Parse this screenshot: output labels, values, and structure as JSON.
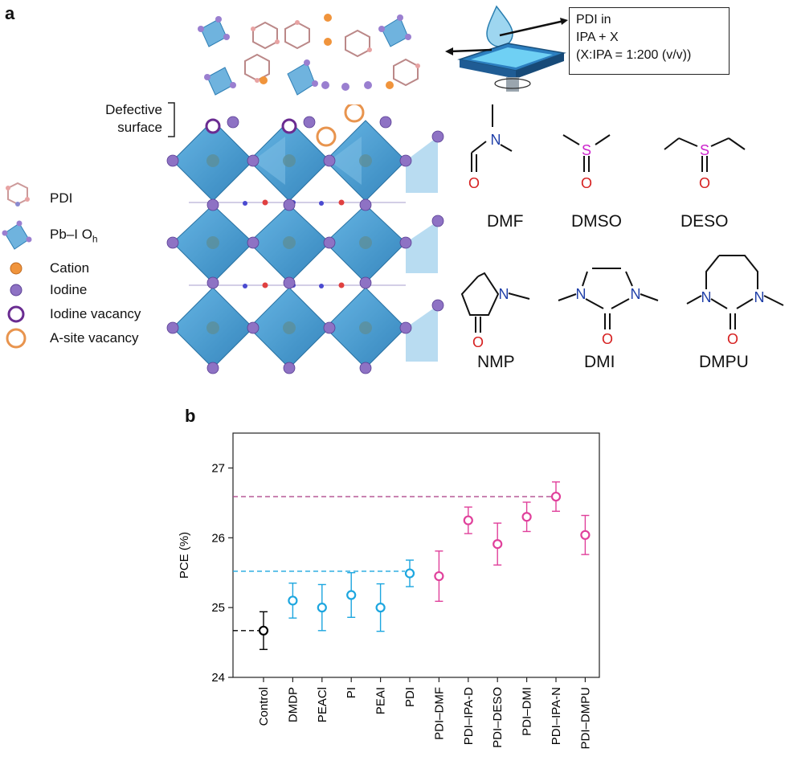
{
  "panel_a": {
    "letter": "a",
    "defective_surface": [
      "Defective",
      "surface"
    ],
    "legend": [
      {
        "label": "PDI",
        "icon": "pdi-molecule-icon"
      },
      {
        "label": "Pb–I O",
        "sub": "h",
        "icon": "octahedron-icon"
      },
      {
        "label": "Cation",
        "icon": "cation-dot-icon"
      },
      {
        "label": "Iodine",
        "icon": "iodine-dot-icon"
      },
      {
        "label": "Iodine vacancy",
        "icon": "iodine-vacancy-ring-icon"
      },
      {
        "label": "A-site vacancy",
        "icon": "a-site-vacancy-ring-icon"
      }
    ],
    "process_box": [
      "PDI in",
      "IPA + X",
      "(X:IPA = 1:200 (v/v))"
    ],
    "molecules": [
      {
        "name": "DMF",
        "atoms": [
          "N",
          "O"
        ]
      },
      {
        "name": "DMSO",
        "atoms": [
          "S",
          "O"
        ]
      },
      {
        "name": "DESO",
        "atoms": [
          "S",
          "O"
        ]
      },
      {
        "name": "NMP",
        "atoms": [
          "N",
          "O"
        ]
      },
      {
        "name": "DMI",
        "atoms": [
          "N",
          "N",
          "O"
        ]
      },
      {
        "name": "DMPU",
        "atoms": [
          "N",
          "N",
          "O"
        ]
      }
    ],
    "colors": {
      "octahedron": "#3d9bd0",
      "iodine": "#8e72c4",
      "cation": "#f0943c",
      "vacancy_iodine": "#6a2c91",
      "vacancy_a": "#e8944e",
      "nitrogen": "#1f3fa8",
      "oxygen": "#d62020",
      "sulfur": "#cc22cc"
    }
  },
  "panel_b": {
    "letter": "b",
    "chart_data": {
      "type": "scatter",
      "ylabel": "PCE (%)",
      "ylim": [
        24,
        27.5
      ],
      "yticks": [
        24,
        25,
        26,
        27
      ],
      "categories": [
        "Control",
        "DMDP",
        "PEACl",
        "PI",
        "PEAI",
        "PDI",
        "PDI–DMF",
        "PDI–IPA-D",
        "PDI–DESO",
        "PDI–DMI",
        "PDI–IPA-N",
        "PDI–DMPU"
      ],
      "series": [
        {
          "color": "#000000",
          "points": [
            {
              "x": "Control",
              "y": 24.67,
              "err": 0.27
            }
          ]
        },
        {
          "color": "#1ca6df",
          "points": [
            {
              "x": "DMDP",
              "y": 25.1,
              "err": 0.25
            },
            {
              "x": "PEACl",
              "y": 25.0,
              "err": 0.33
            },
            {
              "x": "PI",
              "y": 25.18,
              "err": 0.32
            },
            {
              "x": "PEAI",
              "y": 25.0,
              "err": 0.34
            },
            {
              "x": "PDI",
              "y": 25.49,
              "err": 0.19
            }
          ]
        },
        {
          "color": "#e0409b",
          "points": [
            {
              "x": "PDI–DMF",
              "y": 25.45,
              "err": 0.36
            },
            {
              "x": "PDI–IPA-D",
              "y": 26.25,
              "err": 0.19
            },
            {
              "x": "PDI–DESO",
              "y": 25.91,
              "err": 0.3
            },
            {
              "x": "PDI–DMI",
              "y": 26.3,
              "err": 0.21
            },
            {
              "x": "PDI–IPA-N",
              "y": 26.59,
              "err": 0.21
            },
            {
              "x": "PDI–DMPU",
              "y": 26.04,
              "err": 0.28
            }
          ]
        }
      ],
      "reference_lines": [
        {
          "y": 24.67,
          "color": "#000000",
          "to": "Control"
        },
        {
          "y": 25.52,
          "color": "#1ca6df",
          "to": "PDI"
        },
        {
          "y": 26.59,
          "color": "#b04a8e",
          "to": "PDI–IPA-N"
        }
      ],
      "grid": false,
      "legend": "none"
    }
  }
}
